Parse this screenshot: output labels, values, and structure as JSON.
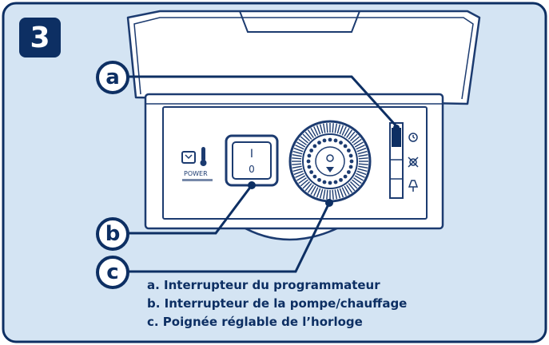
{
  "step_number": "3",
  "panel": {
    "power_label": "POWER",
    "switch_on_mark": "I",
    "switch_off_mark": "0"
  },
  "callouts": {
    "a": "a",
    "b": "b",
    "c": "c"
  },
  "legend": [
    "a. Interrupteur du programmateur",
    "b. Interrupteur de la pompe/chauffage",
    "c. Poignée réglable de l’horloge"
  ],
  "colors": {
    "navy": "#0d2f63",
    "frame_fill": "#d4e4f3",
    "panel_line": "#1c3b70"
  }
}
